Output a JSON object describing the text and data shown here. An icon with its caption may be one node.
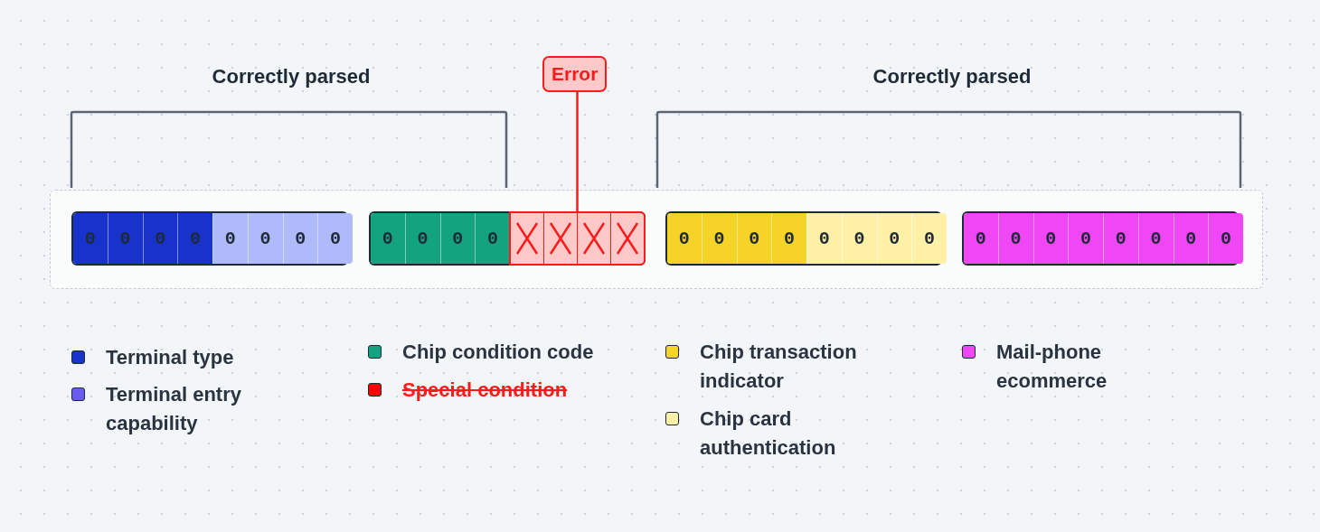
{
  "diagram": {
    "nodes": [
      {
        "text": [
          "Error"
        ]
      },
      {
        "text": [
          "0",
          "0",
          "0",
          "0",
          "0",
          "0",
          "0",
          "0"
        ]
      },
      {
        "text": [
          "0",
          "0",
          "0",
          "0"
        ]
      },
      {
        "text": [
          "0",
          "0",
          "0",
          "0",
          "0",
          "0",
          "0",
          "0"
        ]
      },
      {
        "text": [
          "0",
          "0",
          "0",
          "0",
          "0",
          "0",
          "0",
          "0"
        ]
      },
      {
        "text": [],
        "shape": "box",
        "in": 2
      }
    ],
    "edges": [
      {
        "from": 0,
        "to": 5,
        "arrow": "none"
      }
    ],
    "labels": [
      "Correctly parsed",
      "Correctly parsed"
    ],
    "legend": [
      {
        "text": "Terminal type",
        "color": "#1733cc"
      },
      {
        "text": "Terminal entry capability",
        "color": "#6a5cf0"
      },
      {
        "text": "Chip condition code",
        "color": "#14a37f"
      },
      {
        "text": "Special condition",
        "color": "#ff0000"
      },
      {
        "text": "Chip transaction indicator",
        "color": "#f5d327"
      },
      {
        "text": "Chip card authentication",
        "color": "#fff0a8"
      },
      {
        "text": "Mail-phone ecommerce",
        "color": "#ef47f5"
      }
    ]
  }
}
